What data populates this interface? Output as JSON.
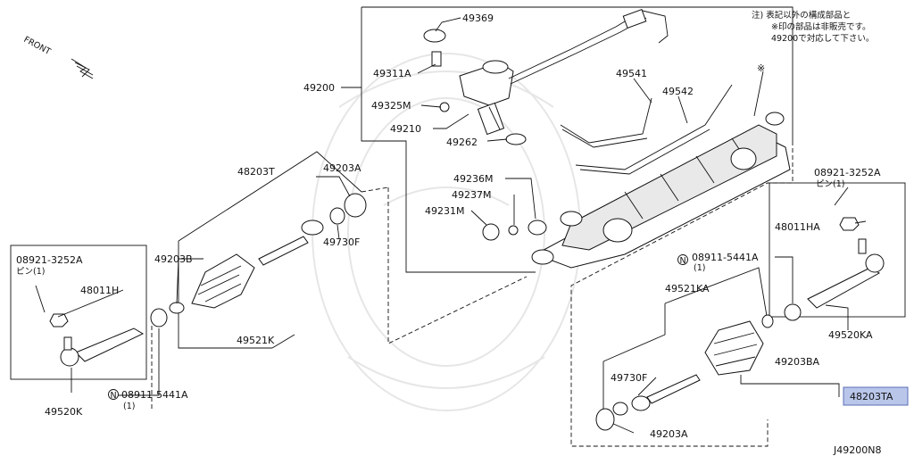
{
  "note": {
    "line1": "注) 表記以外の構成部品と",
    "line2": "※印の部品は非販売です。",
    "line3": "49200で対応して下さい。"
  },
  "front_label": "FRONT",
  "diagram_code": "J49200N8",
  "highlight_color": "#b9c6ea",
  "parts": {
    "p49369": "49369",
    "p49311A": "49311A",
    "p49200": "49200",
    "p49325M": "49325M",
    "p49210": "49210",
    "p49262": "49262",
    "p49541": "49541",
    "p49542": "49542",
    "asterisk": "※",
    "p48203T": "48203T",
    "p49203A_top": "49203A",
    "p49236M": "49236M",
    "p49237M": "49237M",
    "p49231M": "49231M",
    "p49203B": "49203B",
    "p49730F_top": "49730F",
    "p49521K": "49521K",
    "pin_left": "08921-3252A",
    "pin_left_sub": "ピン(1)",
    "p48011H": "48011H",
    "p49520K": "49520K",
    "nut_left": "08911-5441A",
    "nut_left_qty": "(1)",
    "pin_right": "08921-3252A",
    "pin_right_sub": "ピン(1)",
    "p48011HA": "48011HA",
    "nut_right": "08911-5441A",
    "nut_right_qty": "(1)",
    "p49521KA": "49521KA",
    "p49520KA": "49520KA",
    "p49203BA": "49203BA",
    "p49730F_bot": "49730F",
    "p48203TA": "48203TA",
    "p49203A_bot": "49203A"
  }
}
